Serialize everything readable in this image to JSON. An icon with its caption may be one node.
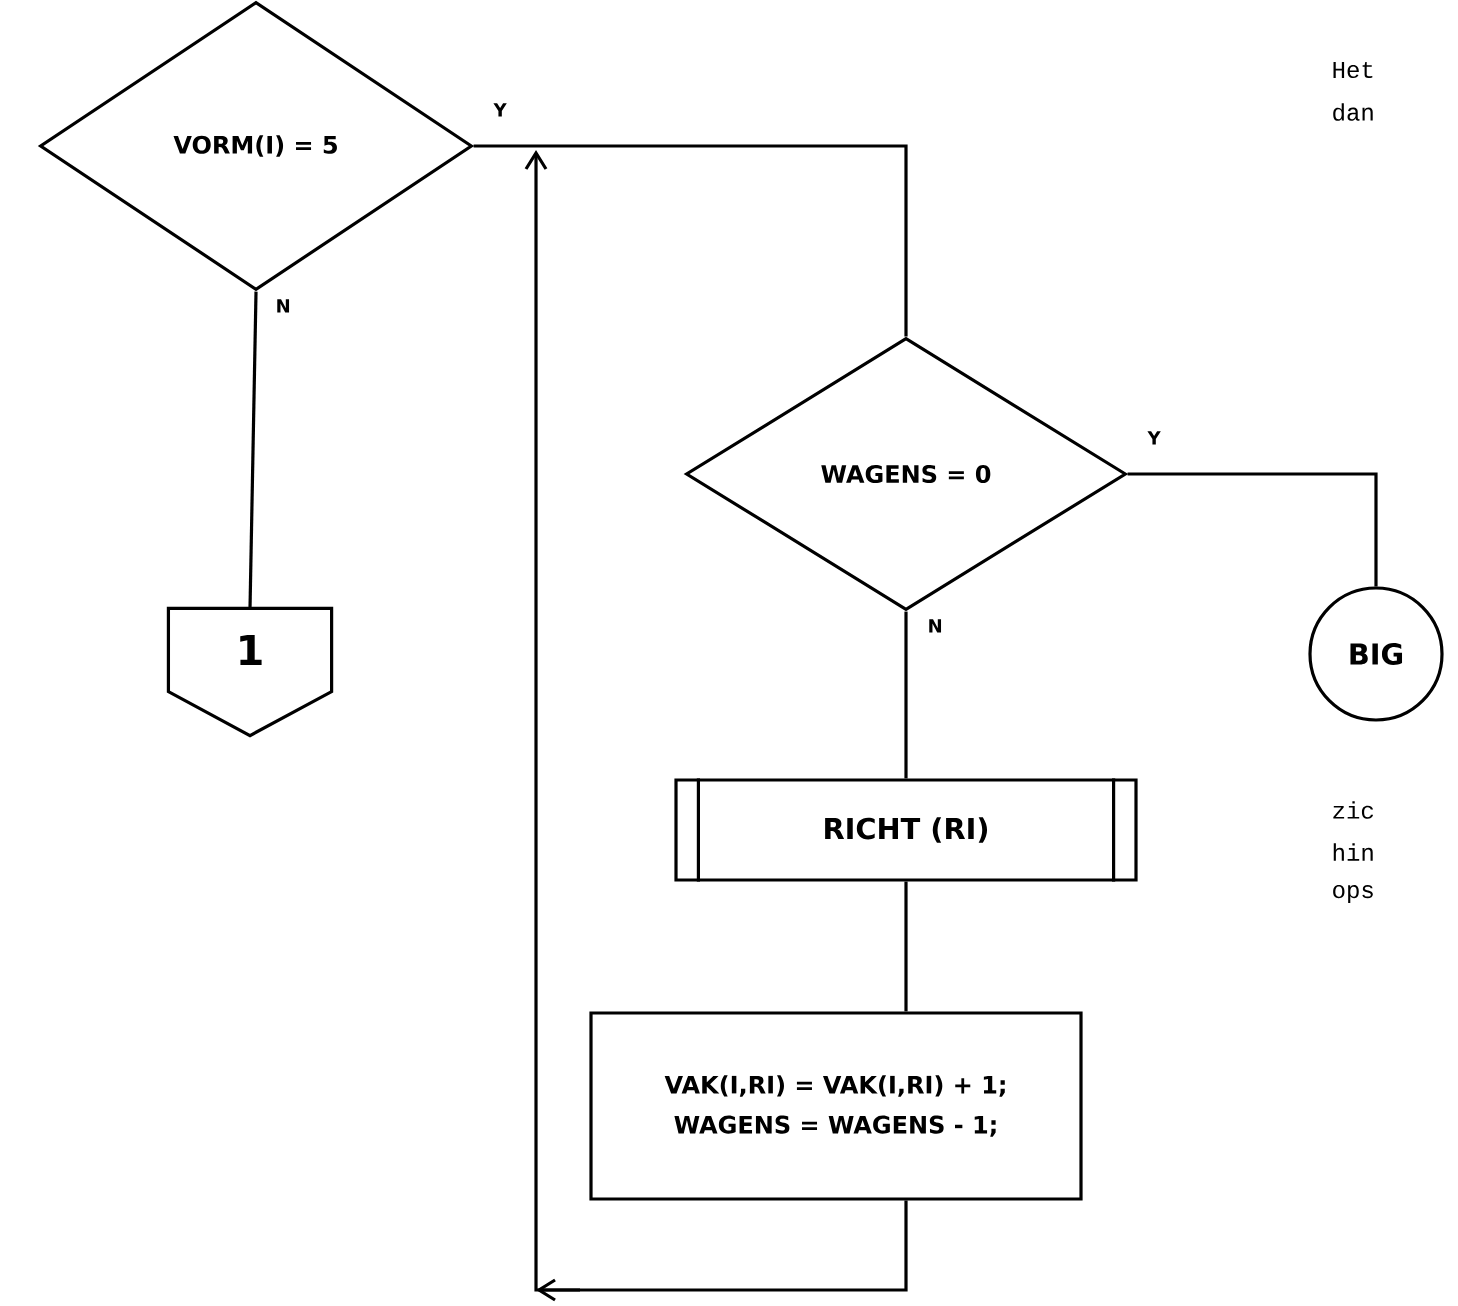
{
  "diagram": {
    "nodes": [
      {
        "text": [
          "VORM(I) = 5"
        ]
      },
      {
        "text": [
          "1"
        ]
      },
      {
        "text": [
          "WAGENS = 0"
        ]
      },
      {
        "text": [
          "BIG"
        ]
      },
      {
        "text": [
          "RICHT (RI)"
        ]
      },
      {
        "text": [
          "VAK(I,RI) = VAK(I,RI) + 1;",
          "WAGENS = WAGENS - 1;"
        ]
      }
    ],
    "edges": [
      {
        "from": 0,
        "to": 1,
        "arrow": "none",
        "label": "N"
      },
      {
        "from": 0,
        "to": 2,
        "arrow": "none",
        "label": "Y"
      },
      {
        "from": 2,
        "to": 3,
        "arrow": "none",
        "label": "Y"
      },
      {
        "from": 2,
        "to": 4,
        "arrow": "none",
        "label": "N"
      },
      {
        "from": 4,
        "to": 5,
        "arrow": "none"
      },
      {
        "from": 5,
        "to": null,
        "arrow": "to"
      }
    ],
    "labels": [
      "Het",
      "dan",
      "zic",
      "hin",
      "ops"
    ]
  }
}
